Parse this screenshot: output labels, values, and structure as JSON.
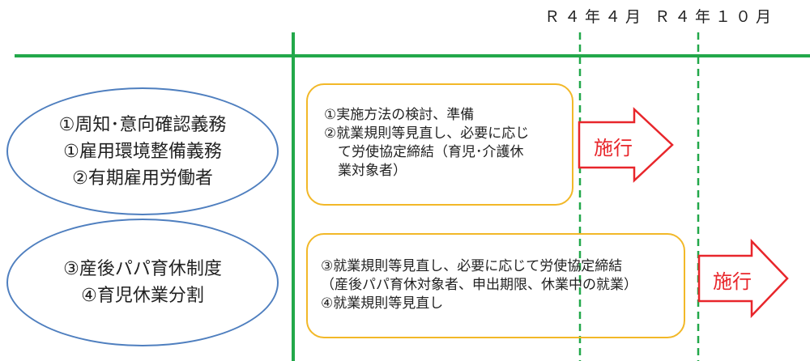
{
  "timeline": {
    "dates": [
      "Ｒ４年４月",
      "Ｒ４年１０月"
    ]
  },
  "rows": [
    {
      "categories": [
        "①周知･意向確認義務",
        "①雇用環境整備義務",
        "②有期雇用労働者"
      ],
      "tasks": [
        "①実施方法の検討、準備",
        "②就業規則等見直し、必要に応じ",
        "　て労使協定締結（育児･介護休",
        "　業対象者）"
      ],
      "arrow_label": "施行"
    },
    {
      "categories": [
        "③産後パパ育休制度",
        "④育児休業分割"
      ],
      "tasks": [
        "③就業規則等見直し、必要に応じて労使協定締結",
        "（産後パパ育休対象者、申出期限、休業中の就業）",
        "④就業規則等見直し"
      ],
      "arrow_label": "施行"
    }
  ],
  "colors": {
    "timeline": "#22a84a",
    "ellipse_border": "#4f7fbf",
    "box_border": "#f2b828",
    "arrow": "#e8262b"
  }
}
